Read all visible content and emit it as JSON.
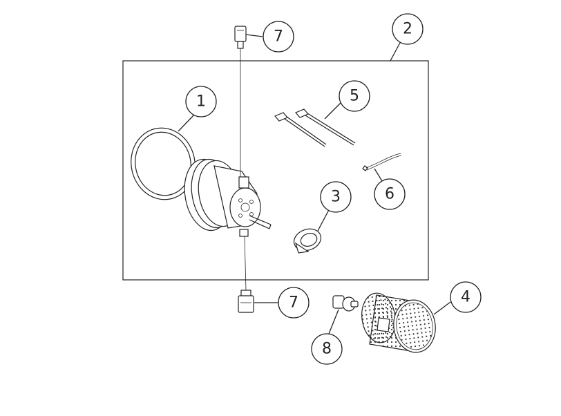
{
  "callouts": [
    {
      "id": "1",
      "label": "1"
    },
    {
      "id": "2",
      "label": "2"
    },
    {
      "id": "3",
      "label": "3"
    },
    {
      "id": "4",
      "label": "4"
    },
    {
      "id": "5",
      "label": "5"
    },
    {
      "id": "6",
      "label": "6"
    },
    {
      "id": "7-top",
      "label": "7"
    },
    {
      "id": "7-bottom",
      "label": "7"
    },
    {
      "id": "8",
      "label": "8"
    }
  ]
}
